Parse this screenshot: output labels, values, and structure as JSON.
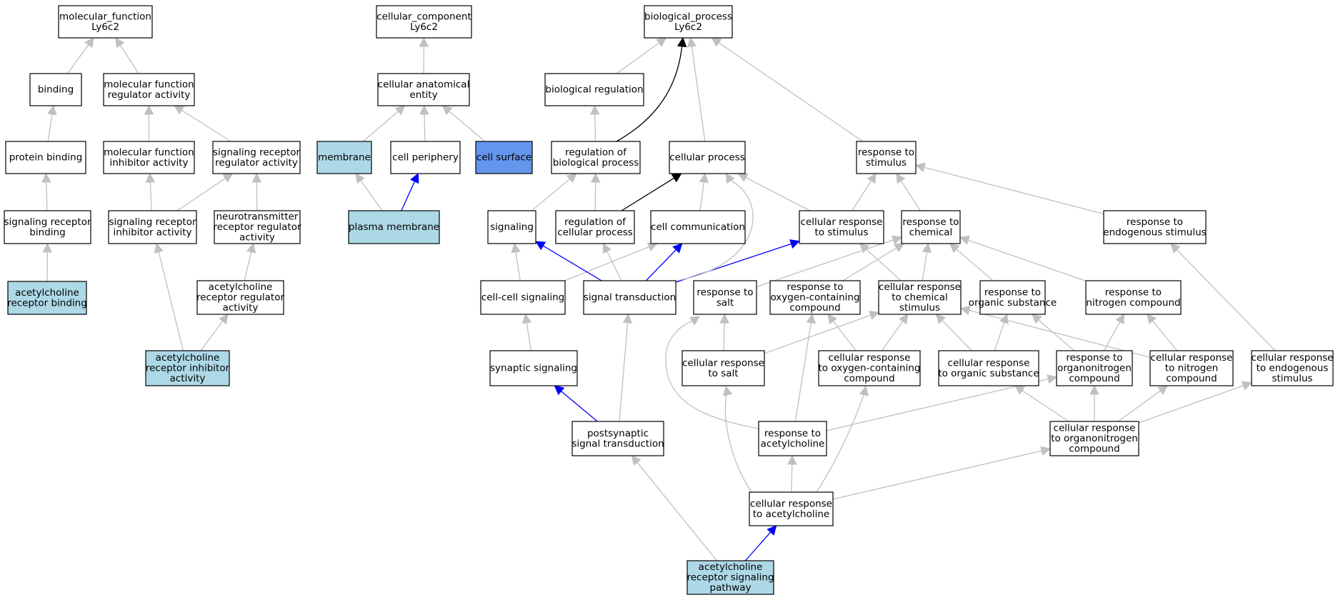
{
  "colors": {
    "node_default": "#ffffff",
    "node_highlight": "#add8e6",
    "node_cellsurface": "#6495ed",
    "edge_gray": "#c0c0c0",
    "edge_blue": "#0000ff",
    "edge_black": "#000000"
  },
  "nodes": [
    {
      "id": "mf",
      "fill": "default",
      "lines": [
        "molecular_function",
        "Ly6c2"
      ]
    },
    {
      "id": "cc",
      "fill": "default",
      "lines": [
        "cellular_component",
        "Ly6c2"
      ]
    },
    {
      "id": "bp",
      "fill": "default",
      "lines": [
        "biological_process",
        "Ly6c2"
      ]
    },
    {
      "id": "binding",
      "fill": "default",
      "lines": [
        "binding"
      ]
    },
    {
      "id": "mfreg",
      "fill": "default",
      "lines": [
        "molecular function",
        "regulator activity"
      ]
    },
    {
      "id": "cae",
      "fill": "default",
      "lines": [
        "cellular anatomical",
        "entity"
      ]
    },
    {
      "id": "bioreg",
      "fill": "default",
      "lines": [
        "biological regulation"
      ]
    },
    {
      "id": "protbind",
      "fill": "default",
      "lines": [
        "protein binding"
      ]
    },
    {
      "id": "mfinh",
      "fill": "default",
      "lines": [
        "molecular function",
        "inhibitor activity"
      ]
    },
    {
      "id": "srra",
      "fill": "default",
      "lines": [
        "signaling receptor",
        "regulator activity"
      ]
    },
    {
      "id": "membrane",
      "fill": "highlight",
      "lines": [
        "membrane"
      ]
    },
    {
      "id": "cellper",
      "fill": "default",
      "lines": [
        "cell periphery"
      ]
    },
    {
      "id": "cellsurf",
      "fill": "cellsurface",
      "lines": [
        "cell surface"
      ]
    },
    {
      "id": "regbio",
      "fill": "default",
      "lines": [
        "regulation of",
        "biological process"
      ]
    },
    {
      "id": "cellproc",
      "fill": "default",
      "lines": [
        "cellular process"
      ]
    },
    {
      "id": "respstim",
      "fill": "default",
      "lines": [
        "response to",
        "stimulus"
      ]
    },
    {
      "id": "srbind",
      "fill": "default",
      "lines": [
        "signaling receptor",
        "binding"
      ]
    },
    {
      "id": "srinh",
      "fill": "default",
      "lines": [
        "signaling receptor",
        "inhibitor activity"
      ]
    },
    {
      "id": "ntrra",
      "fill": "default",
      "lines": [
        "neurotransmitter",
        "receptor regulator",
        "activity"
      ]
    },
    {
      "id": "plasma",
      "fill": "highlight",
      "lines": [
        "plasma membrane"
      ]
    },
    {
      "id": "signaling",
      "fill": "default",
      "lines": [
        "signaling"
      ]
    },
    {
      "id": "regcell",
      "fill": "default",
      "lines": [
        "regulation of",
        "cellular process"
      ]
    },
    {
      "id": "cellcomm",
      "fill": "default",
      "lines": [
        "cell communication"
      ]
    },
    {
      "id": "cellrespstim",
      "fill": "default",
      "lines": [
        "cellular response",
        "to stimulus"
      ]
    },
    {
      "id": "respchem",
      "fill": "default",
      "lines": [
        "response to",
        "chemical"
      ]
    },
    {
      "id": "respendo",
      "fill": "default",
      "lines": [
        "response to",
        "endogenous stimulus"
      ]
    },
    {
      "id": "achrb",
      "fill": "highlight",
      "lines": [
        "acetylcholine",
        "receptor binding"
      ]
    },
    {
      "id": "achrra",
      "fill": "default",
      "lines": [
        "acetylcholine",
        "receptor regulator",
        "activity"
      ]
    },
    {
      "id": "ccsig",
      "fill": "default",
      "lines": [
        "cell-cell signaling"
      ]
    },
    {
      "id": "sigtrans",
      "fill": "default",
      "lines": [
        "signal transduction"
      ]
    },
    {
      "id": "respsalt",
      "fill": "default",
      "lines": [
        "response to",
        "salt"
      ]
    },
    {
      "id": "respoxy",
      "fill": "default",
      "lines": [
        "response to",
        "oxygen-containing",
        "compound"
      ]
    },
    {
      "id": "cellrespchem",
      "fill": "default",
      "lines": [
        "cellular response",
        "to chemical",
        "stimulus"
      ]
    },
    {
      "id": "resporg",
      "fill": "default",
      "lines": [
        "response to",
        "organic substance"
      ]
    },
    {
      "id": "respnit",
      "fill": "default",
      "lines": [
        "response to",
        "nitrogen compound"
      ]
    },
    {
      "id": "achria",
      "fill": "highlight",
      "lines": [
        "acetylcholine",
        "receptor inhibitor",
        "activity"
      ]
    },
    {
      "id": "synsig",
      "fill": "default",
      "lines": [
        "synaptic signaling"
      ]
    },
    {
      "id": "cellrespsalt",
      "fill": "default",
      "lines": [
        "cellular response",
        "to salt"
      ]
    },
    {
      "id": "cellrespoxy",
      "fill": "default",
      "lines": [
        "cellular response",
        "to oxygen-containing",
        "compound"
      ]
    },
    {
      "id": "cellresporg",
      "fill": "default",
      "lines": [
        "cellular response",
        "to organic substance"
      ]
    },
    {
      "id": "resporgn",
      "fill": "default",
      "lines": [
        "response to",
        "organonitrogen",
        "compound"
      ]
    },
    {
      "id": "cellrespnit",
      "fill": "default",
      "lines": [
        "cellular response",
        "to nitrogen",
        "compound"
      ]
    },
    {
      "id": "cellrespendo",
      "fill": "default",
      "lines": [
        "cellular response",
        "to endogenous",
        "stimulus"
      ]
    },
    {
      "id": "postsyn",
      "fill": "default",
      "lines": [
        "postsynaptic",
        "signal transduction"
      ]
    },
    {
      "id": "respach",
      "fill": "default",
      "lines": [
        "response to",
        "acetylcholine"
      ]
    },
    {
      "id": "cellresporgn",
      "fill": "default",
      "lines": [
        "cellular response",
        "to organonitrogen",
        "compound"
      ]
    },
    {
      "id": "cellrespach",
      "fill": "default",
      "lines": [
        "cellular response",
        "to acetylcholine"
      ]
    },
    {
      "id": "achrsp",
      "fill": "highlight",
      "lines": [
        "acetylcholine",
        "receptor signaling",
        "pathway"
      ]
    }
  ],
  "edges": [
    {
      "from": "binding",
      "to": "mf",
      "color": "gray"
    },
    {
      "from": "mfreg",
      "to": "mf",
      "color": "gray"
    },
    {
      "from": "protbind",
      "to": "binding",
      "color": "gray"
    },
    {
      "from": "srbind",
      "to": "protbind",
      "color": "gray"
    },
    {
      "from": "achrb",
      "to": "srbind",
      "color": "gray"
    },
    {
      "from": "mfinh",
      "to": "mfreg",
      "color": "gray"
    },
    {
      "from": "srra",
      "to": "mfreg",
      "color": "gray"
    },
    {
      "from": "srinh",
      "to": "mfinh",
      "color": "gray"
    },
    {
      "from": "srinh",
      "to": "srra",
      "color": "gray"
    },
    {
      "from": "ntrra",
      "to": "srra",
      "color": "gray"
    },
    {
      "from": "achrra",
      "to": "ntrra",
      "color": "gray"
    },
    {
      "from": "achria",
      "to": "srinh",
      "color": "gray"
    },
    {
      "from": "achria",
      "to": "achrra",
      "color": "gray"
    },
    {
      "from": "cae",
      "to": "cc",
      "color": "gray"
    },
    {
      "from": "membrane",
      "to": "cae",
      "color": "gray"
    },
    {
      "from": "cellper",
      "to": "cae",
      "color": "gray"
    },
    {
      "from": "cellsurf",
      "to": "cae",
      "color": "gray"
    },
    {
      "from": "plasma",
      "to": "membrane",
      "color": "gray"
    },
    {
      "from": "plasma",
      "to": "cellper",
      "color": "blue"
    },
    {
      "from": "bioreg",
      "to": "bp",
      "color": "gray"
    },
    {
      "from": "regbio",
      "to": "bp",
      "color": "black",
      "curve": "regbio-bp"
    },
    {
      "from": "cellproc",
      "to": "bp",
      "color": "gray"
    },
    {
      "from": "respstim",
      "to": "bp",
      "color": "gray"
    },
    {
      "from": "regbio",
      "to": "bioreg",
      "color": "gray"
    },
    {
      "from": "signaling",
      "to": "regbio",
      "color": "gray"
    },
    {
      "from": "regcell",
      "to": "regbio",
      "color": "gray"
    },
    {
      "from": "regcell",
      "to": "cellproc",
      "color": "black"
    },
    {
      "from": "cellcomm",
      "to": "cellproc",
      "color": "gray"
    },
    {
      "from": "cellrespstim",
      "to": "cellproc",
      "color": "gray"
    },
    {
      "from": "cellrespstim",
      "to": "respstim",
      "color": "gray"
    },
    {
      "from": "respchem",
      "to": "respstim",
      "color": "gray"
    },
    {
      "from": "respendo",
      "to": "respstim",
      "color": "gray"
    },
    {
      "from": "ccsig",
      "to": "signaling",
      "color": "gray"
    },
    {
      "from": "ccsig",
      "to": "cellcomm",
      "color": "gray"
    },
    {
      "from": "sigtrans",
      "to": "signaling",
      "color": "blue"
    },
    {
      "from": "sigtrans",
      "to": "regcell",
      "color": "gray"
    },
    {
      "from": "sigtrans",
      "to": "cellcomm",
      "color": "blue"
    },
    {
      "from": "sigtrans",
      "to": "cellrespstim",
      "color": "blue"
    },
    {
      "from": "sigtrans",
      "to": "cellproc",
      "color": "gray",
      "curve": "sigtrans-cellproc"
    },
    {
      "from": "respsalt",
      "to": "respchem",
      "color": "gray"
    },
    {
      "from": "respoxy",
      "to": "respchem",
      "color": "gray"
    },
    {
      "from": "cellrespchem",
      "to": "respchem",
      "color": "gray"
    },
    {
      "from": "cellrespchem",
      "to": "cellrespstim",
      "color": "gray"
    },
    {
      "from": "resporg",
      "to": "respchem",
      "color": "gray"
    },
    {
      "from": "respnit",
      "to": "respchem",
      "color": "gray"
    },
    {
      "from": "synsig",
      "to": "ccsig",
      "color": "gray"
    },
    {
      "from": "cellrespsalt",
      "to": "respsalt",
      "color": "gray"
    },
    {
      "from": "cellrespsalt",
      "to": "cellrespchem",
      "color": "gray"
    },
    {
      "from": "cellrespoxy",
      "to": "respoxy",
      "color": "gray"
    },
    {
      "from": "cellrespoxy",
      "to": "cellrespchem",
      "color": "gray"
    },
    {
      "from": "cellresporg",
      "to": "cellrespchem",
      "color": "gray"
    },
    {
      "from": "cellresporg",
      "to": "resporg",
      "color": "gray"
    },
    {
      "from": "resporgn",
      "to": "resporg",
      "color": "gray"
    },
    {
      "from": "resporgn",
      "to": "respnit",
      "color": "gray"
    },
    {
      "from": "cellrespnit",
      "to": "respnit",
      "color": "gray"
    },
    {
      "from": "cellrespnit",
      "to": "cellrespchem",
      "color": "gray"
    },
    {
      "from": "cellrespendo",
      "to": "respendo",
      "color": "gray"
    },
    {
      "from": "postsyn",
      "to": "synsig",
      "color": "blue"
    },
    {
      "from": "postsyn",
      "to": "sigtrans",
      "color": "gray"
    },
    {
      "from": "respach",
      "to": "respoxy",
      "color": "gray"
    },
    {
      "from": "respach",
      "to": "resporgn",
      "color": "gray"
    },
    {
      "from": "respach",
      "to": "respsalt",
      "color": "gray",
      "curve": "respach-respsalt"
    },
    {
      "from": "cellresporgn",
      "to": "resporgn",
      "color": "gray"
    },
    {
      "from": "cellresporgn",
      "to": "cellrespnit",
      "color": "gray"
    },
    {
      "from": "cellresporgn",
      "to": "cellresporg",
      "color": "gray"
    },
    {
      "from": "cellresporgn",
      "to": "cellrespendo",
      "color": "gray"
    },
    {
      "from": "cellrespach",
      "to": "respach",
      "color": "gray"
    },
    {
      "from": "cellrespach",
      "to": "cellrespsalt",
      "color": "gray",
      "curve": "cellrespach-cellrespsalt"
    },
    {
      "from": "cellrespach",
      "to": "cellrespoxy",
      "color": "gray",
      "curve": "cellrespach-cellrespoxy"
    },
    {
      "from": "cellrespach",
      "to": "cellresporgn",
      "color": "gray"
    },
    {
      "from": "achrsp",
      "to": "cellrespach",
      "color": "blue"
    },
    {
      "from": "achrsp",
      "to": "postsyn",
      "color": "gray"
    }
  ]
}
